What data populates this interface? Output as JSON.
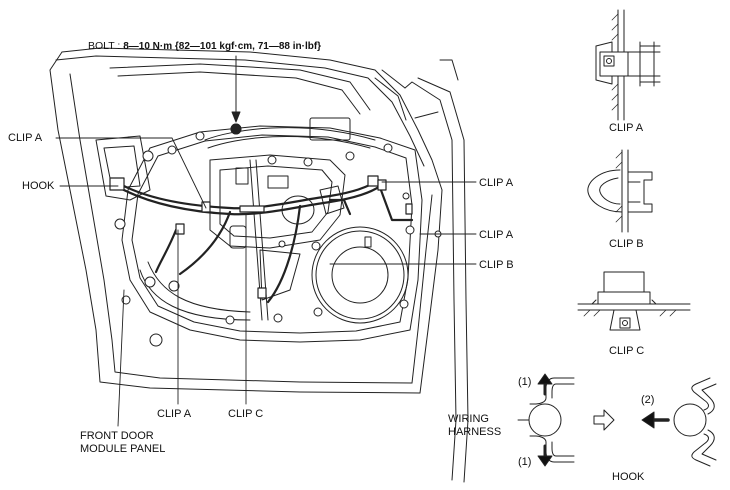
{
  "callouts": {
    "bolt_label": "BOLT :",
    "bolt_spec": "8—10 N·m {82—101 kgf·cm, 71—88 in·lbf}",
    "clip_a_1": "CLIP A",
    "hook": "HOOK",
    "clip_a_2": "CLIP A",
    "clip_a_3": "CLIP A",
    "clip_b": "CLIP B",
    "clip_a_bottom": "CLIP A",
    "clip_c_bottom": "CLIP C",
    "module_panel_line1": "FRONT DOOR",
    "module_panel_line2": "MODULE PANEL"
  },
  "details": {
    "clip_a": "CLIP A",
    "clip_b": "CLIP B",
    "clip_c": "CLIP C"
  },
  "hook_detail": {
    "step1_top": "(1)",
    "step1_bottom": "(1)",
    "step2": "(2)",
    "wiring_line1": "WIRING",
    "wiring_line2": "HARNESS",
    "hook": "HOOK"
  }
}
